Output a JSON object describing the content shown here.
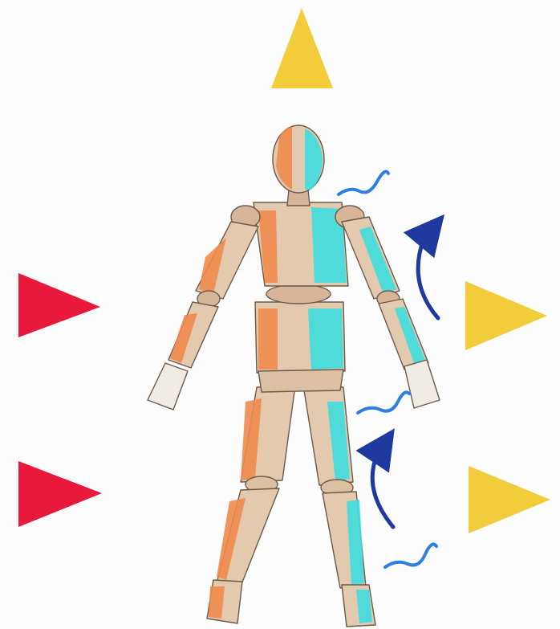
{
  "figure": {
    "subject": "mannequin-figure",
    "colors": {
      "background": "#fdfdfd",
      "body_base": "#e3c9ad",
      "body_outline": "#6b5a4c",
      "warm_side": "#f0894d",
      "cool_side": "#3fdde0",
      "red_marker": "#e8193a",
      "yellow_marker": "#f2cc3a",
      "arrow_blue": "#1f3a9e",
      "wave_blue": "#2f7fe0"
    }
  },
  "markers": {
    "top": {
      "icon": "triangle-up-icon",
      "color": "yellow"
    },
    "left": [
      {
        "icon": "triangle-right-icon",
        "color": "red"
      },
      {
        "icon": "triangle-right-icon",
        "color": "red"
      }
    ],
    "right": [
      {
        "icon": "triangle-right-icon",
        "color": "yellow"
      },
      {
        "icon": "triangle-right-icon",
        "color": "yellow"
      }
    ]
  },
  "flows": {
    "curved_arrows": [
      {
        "icon": "curved-arrow-up-icon"
      },
      {
        "icon": "curved-arrow-up-icon"
      }
    ],
    "wavy_lines": [
      {
        "icon": "wavy-line-icon"
      },
      {
        "icon": "wavy-line-icon"
      },
      {
        "icon": "wavy-line-icon"
      }
    ]
  }
}
